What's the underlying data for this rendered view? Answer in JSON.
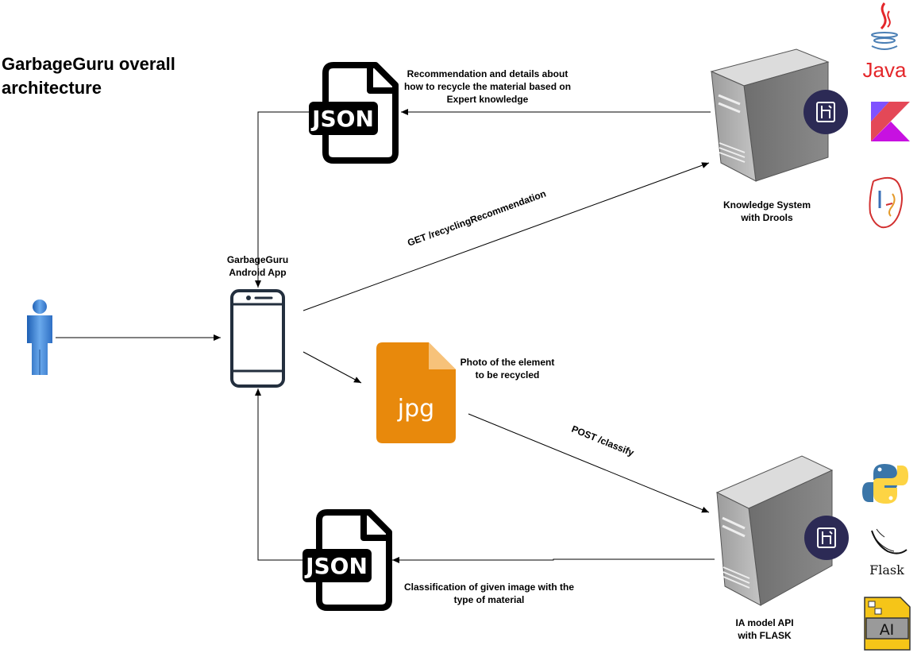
{
  "diagram": {
    "title": "GarbageGuru overall architecture",
    "nodes": {
      "user": {
        "icon": "user-icon"
      },
      "app": {
        "label": "GarbageGuru\nAndroid App",
        "icon": "smartphone-icon"
      },
      "json_top": {
        "text": "JSON",
        "icon": "json-file-icon"
      },
      "json_bottom": {
        "text": "JSON",
        "icon": "json-file-icon"
      },
      "jpg": {
        "text": "jpg",
        "icon": "jpg-file-icon"
      },
      "knowledge_server": {
        "label": "Knowledge System\nwith Drools",
        "icon": "server-tower-icon"
      },
      "model_server": {
        "label": "IA model API\nwith FLASK",
        "icon": "server-tower-icon"
      }
    },
    "notes": {
      "recommendation": "Recommendation and details about\nhow to recycle the material based on\nExpert knowledge",
      "photo": "Photo of the element\nto be recycled",
      "classification": "Classification of given image with the\ntype of material"
    },
    "edges": {
      "get": "GET /recyclingRecommendation",
      "post": "POST /classify"
    },
    "tech_logos": {
      "java": "Java",
      "flask": "Flask",
      "ai": "AI"
    },
    "colors": {
      "jpg_orange": "#e8890c",
      "jpg_fold": "#f7c27a",
      "heroku": "#2c2a55",
      "user_blue": "#3b7fd4",
      "java_red": "#e4262a",
      "python_blue": "#3a75a8",
      "python_yellow": "#fdd444"
    }
  }
}
